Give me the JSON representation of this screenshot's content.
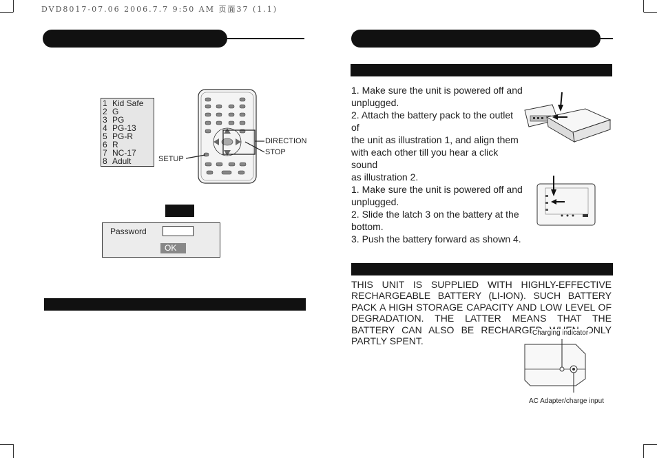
{
  "header": {
    "print_line": "DVD8017-07.06  2006.7.7 9:50 AM 页面37 (1.1)"
  },
  "ratings": [
    {
      "num": "1",
      "label": "Kid Safe"
    },
    {
      "num": "2",
      "label": "G"
    },
    {
      "num": "3",
      "label": "PG"
    },
    {
      "num": "4",
      "label": "PG-13"
    },
    {
      "num": "5",
      "label": "PG-R"
    },
    {
      "num": "6",
      "label": "R"
    },
    {
      "num": "7",
      "label": "NC-17"
    },
    {
      "num": "8",
      "label": "Adult"
    }
  ],
  "remote": {
    "setup_label": "SETUP",
    "direction_label": "DIRECTION",
    "stop_label": "STOP"
  },
  "password_dialog": {
    "label": "Password",
    "ok_label": "OK"
  },
  "install": {
    "steps": [
      "1. Make sure the unit is powered off and",
      "unplugged.",
      "2. Attach the battery pack to the outlet of",
      "the unit as illustration 1, and align them",
      "with each other till you hear a click sound",
      "as illustration 2."
    ]
  },
  "remove": {
    "steps": [
      "1. Make sure the unit is powered off and",
      "unplugged.",
      "2. Slide the latch 3 on the battery at the",
      "bottom.",
      "3. Push the battery forward as shown 4."
    ]
  },
  "battery_info": {
    "text": "THIS UNIT IS SUPPLIED WITH HIGHLY-EFFECTIVE RECHARGEABLE BATTERY (LI-ION). SUCH BATTERY PACK A HIGH STORAGE CAPACITY AND LOW LEVEL OF DEGRADATION. THE LATTER MEANS THAT THE BATTERY CAN ALSO BE RECHARGED WHEN ONLY PARTLY SPENT."
  },
  "charging": {
    "indicator_label": "Charging indicator",
    "input_label": "AC Adapter/charge input"
  }
}
